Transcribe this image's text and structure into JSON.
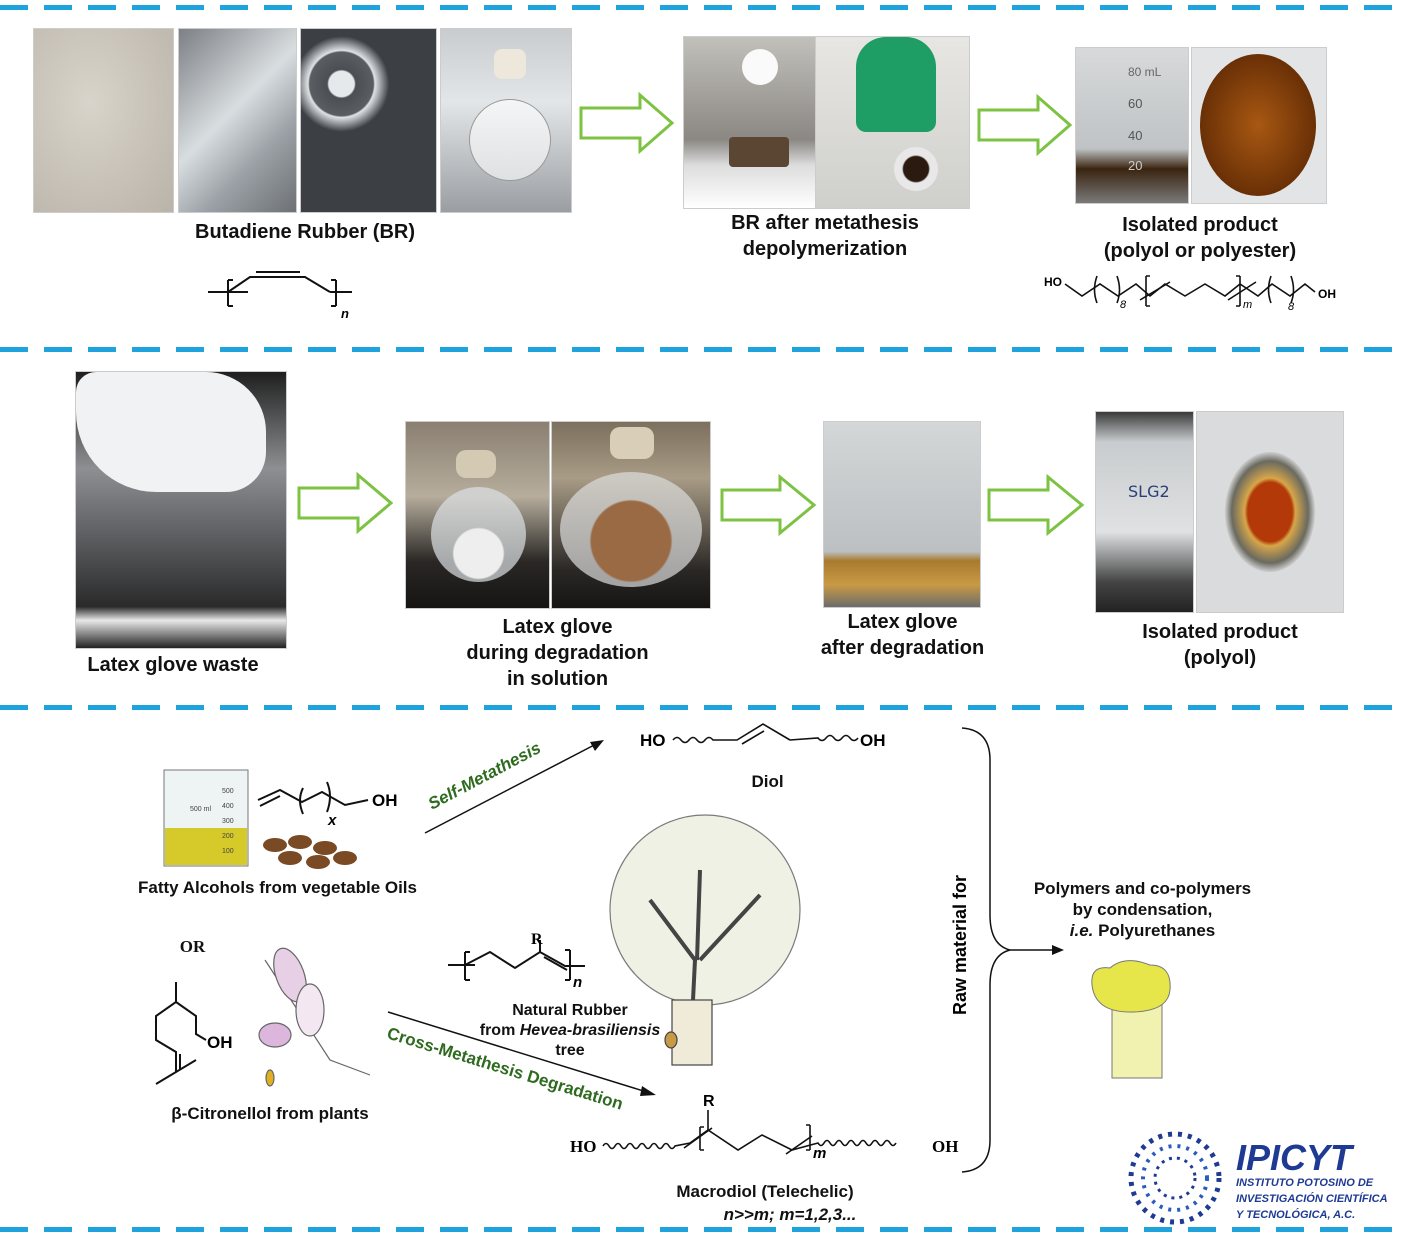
{
  "row1": {
    "br_label": "Butadiene Rubber (BR)",
    "br_repeat_sub": "n",
    "metathesis_label_1": "BR after metathesis",
    "metathesis_label_2": "depolymerization",
    "isolated_label_1": "Isolated product",
    "isolated_label_2": "(polyol or polyester)",
    "struct_ho": "HO",
    "struct_oh": "OH",
    "struct_sub_8a": "8",
    "struct_sub_m": "m",
    "struct_sub_8b": "8",
    "vial_marks": [
      "80 mL",
      "60",
      "40",
      "20"
    ]
  },
  "row2": {
    "glove_label": "Latex glove waste",
    "during_1": "Latex glove",
    "during_2": "during degradation",
    "during_3": "in solution",
    "after_1": "Latex glove",
    "after_2": "after degradation",
    "isolated_1": "Isolated product",
    "isolated_2": "(polyol)",
    "vial_tag": "SLG2"
  },
  "row3": {
    "fatty_oh": "OH",
    "fatty_x": "x",
    "fatty_label": "Fatty Alcohols from vegetable Oils",
    "self_metathesis": "Self-Metathesis",
    "diol_ho": "HO",
    "diol_oh": "OH",
    "diol_label": "Diol",
    "or_label": "OR",
    "citronellol_oh": "OH",
    "citronellol_label": "β-Citronellol from plants",
    "nr_r": "R",
    "nr_n": "n",
    "nr_label_1": "Natural Rubber",
    "nr_label_2_prefix": "from ",
    "nr_label_2_italic": "Hevea-brasiliensis",
    "nr_label_3": "tree",
    "cross_metathesis": "Cross-Metathesis Degradation",
    "macro_ho": "HO",
    "macro_oh": "OH",
    "macro_r": "R",
    "macro_m": "m",
    "macro_label": "Macrodiol (Telechelic)",
    "macro_note": "n>>m; m=1,2,3...",
    "raw_material": "Raw material for",
    "polymers_1": "Polymers and co-polymers",
    "polymers_2": "by condensation,",
    "polymers_3_italic": "i.e.",
    "polymers_3": " Polyurethanes",
    "beaker_marks": [
      "500",
      "400",
      "300",
      "200",
      "100"
    ],
    "beaker_volume": "500 ml"
  },
  "logo": {
    "name": "IPICYT",
    "line1": "INSTITUTO POTOSINO DE",
    "line2": "INVESTIGACIÓN CIENTÍFICA",
    "line3": "Y TECNOLÓGICA, A.C."
  },
  "colors": {
    "dash": "#1ea3dd",
    "arrow": "#7dc242",
    "green_text": "#2e6b1f",
    "logo": "#1f3a93"
  }
}
